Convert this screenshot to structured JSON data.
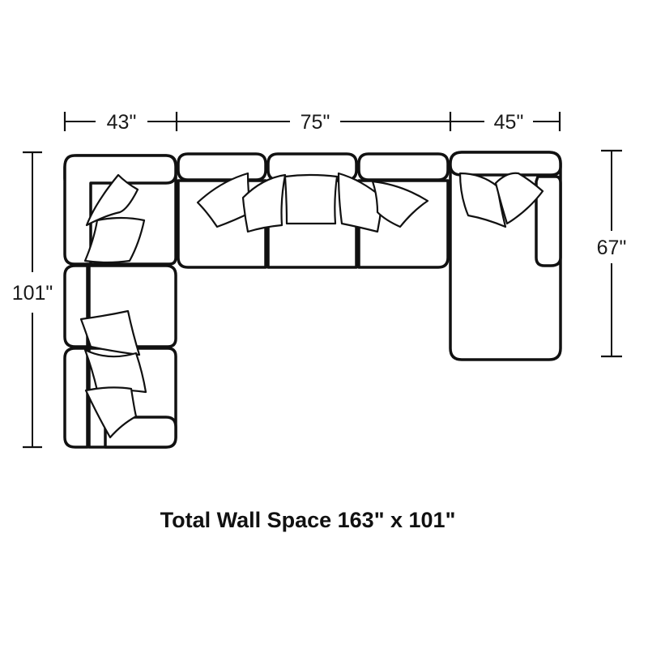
{
  "dimensions": {
    "top_left_width": "43\"",
    "top_middle_width": "75\"",
    "top_right_width": "45\"",
    "left_depth": "101\"",
    "right_depth": "67\""
  },
  "total_wall_space": "Total Wall Space 163\" x 101\""
}
